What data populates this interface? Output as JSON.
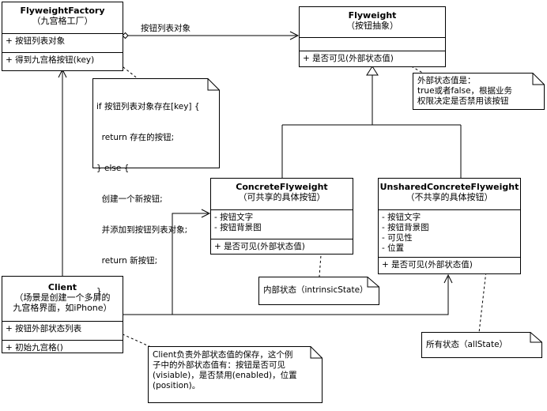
{
  "factory": {
    "name": "FlyweightFactory",
    "subtitle": "（九宫格工厂）",
    "attribute": "+ 按钮列表对象",
    "method": "+ 得到九宫格按钮(key)"
  },
  "flyweight": {
    "name": "Flyweight",
    "subtitle": "（按钮抽象）",
    "method": "+ 是否可见(外部状态值)"
  },
  "concrete": {
    "name": "ConcreteFlyweight",
    "subtitle": "（可共享的具体按钮）",
    "attributes": [
      "- 按钮文字",
      "- 按钮背景图"
    ],
    "method": "+ 是否可见(外部状态值)"
  },
  "unshared": {
    "name": "UnsharedConcreteFlyweight",
    "subtitle": "（不共享的具体按钮）",
    "attributes": [
      "- 按钮文字",
      "- 按钮背景图",
      "- 可见性",
      "- 位置"
    ],
    "method": "+ 是否可见(外部状态值)"
  },
  "client": {
    "name": "Client",
    "subtitle": [
      "（场景是创建一个多屏的",
      "九宫格界面，如iPhone）"
    ],
    "attribute": "+ 按钮外部状态列表",
    "method": "+ 初始九宫格()"
  },
  "association_label": "按钮列表对象",
  "notes": {
    "factory_code": [
      "if 按钮列表对象存在[key] {",
      "  return 存在的按钮;",
      "} else {",
      "  创建一个新按钮;",
      "  并添加到按钮列表对象;",
      "  return 新按钮;",
      "}"
    ],
    "extrinsic": [
      "外部状态值是：",
      "true或者false，根据业务",
      "权限决定是否禁用该按钮"
    ],
    "intrinsic": "内部状态（intrinsicState）",
    "allstate": "所有状态（allState）",
    "client": [
      "Client负责外部状态值的保存，这个例",
      "子中的外部状态值有：按钮是否可见",
      "(visiable)，是否禁用(enabled)，位置",
      "(position)。"
    ]
  }
}
